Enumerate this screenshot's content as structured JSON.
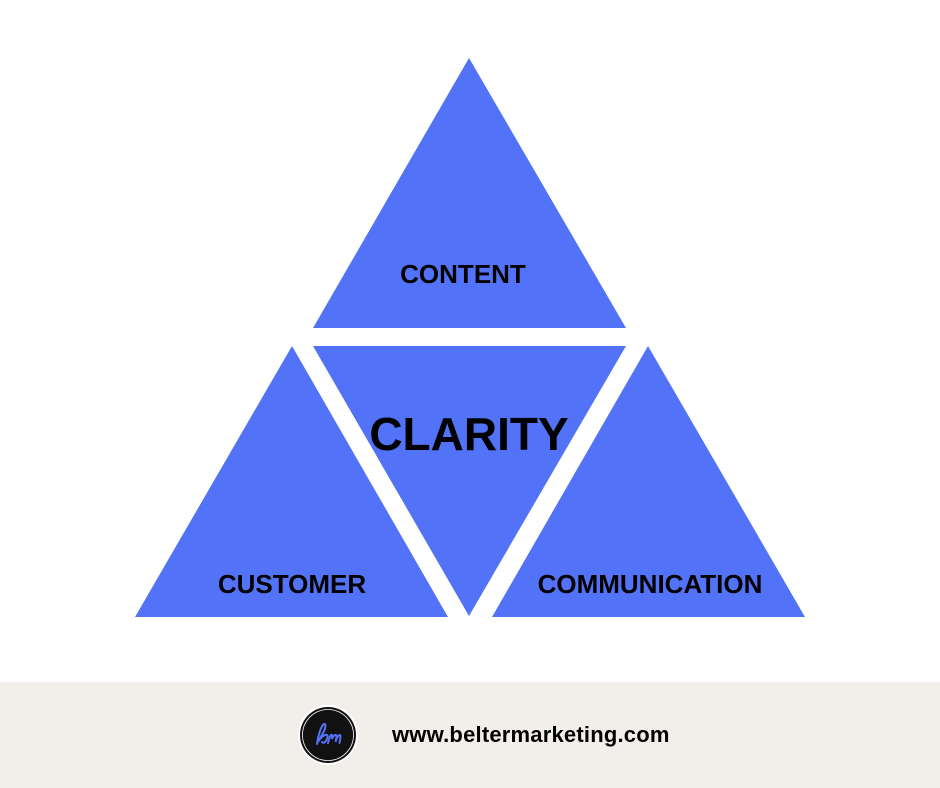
{
  "diagram": {
    "triangles": {
      "top": {
        "label": "CONTENT"
      },
      "center": {
        "label": "CLARITY"
      },
      "left": {
        "label": "CUSTOMER"
      },
      "right": {
        "label": "COMMUNICATION"
      }
    },
    "colors": {
      "triangle_fill": "#5272f7",
      "text": "#000000",
      "background": "#ffffff"
    }
  },
  "footer": {
    "logo": {
      "monogram": "bm",
      "icon": "brand-logo-icon"
    },
    "website": "www.beltermarketing.com",
    "background": "#f2efeb"
  }
}
